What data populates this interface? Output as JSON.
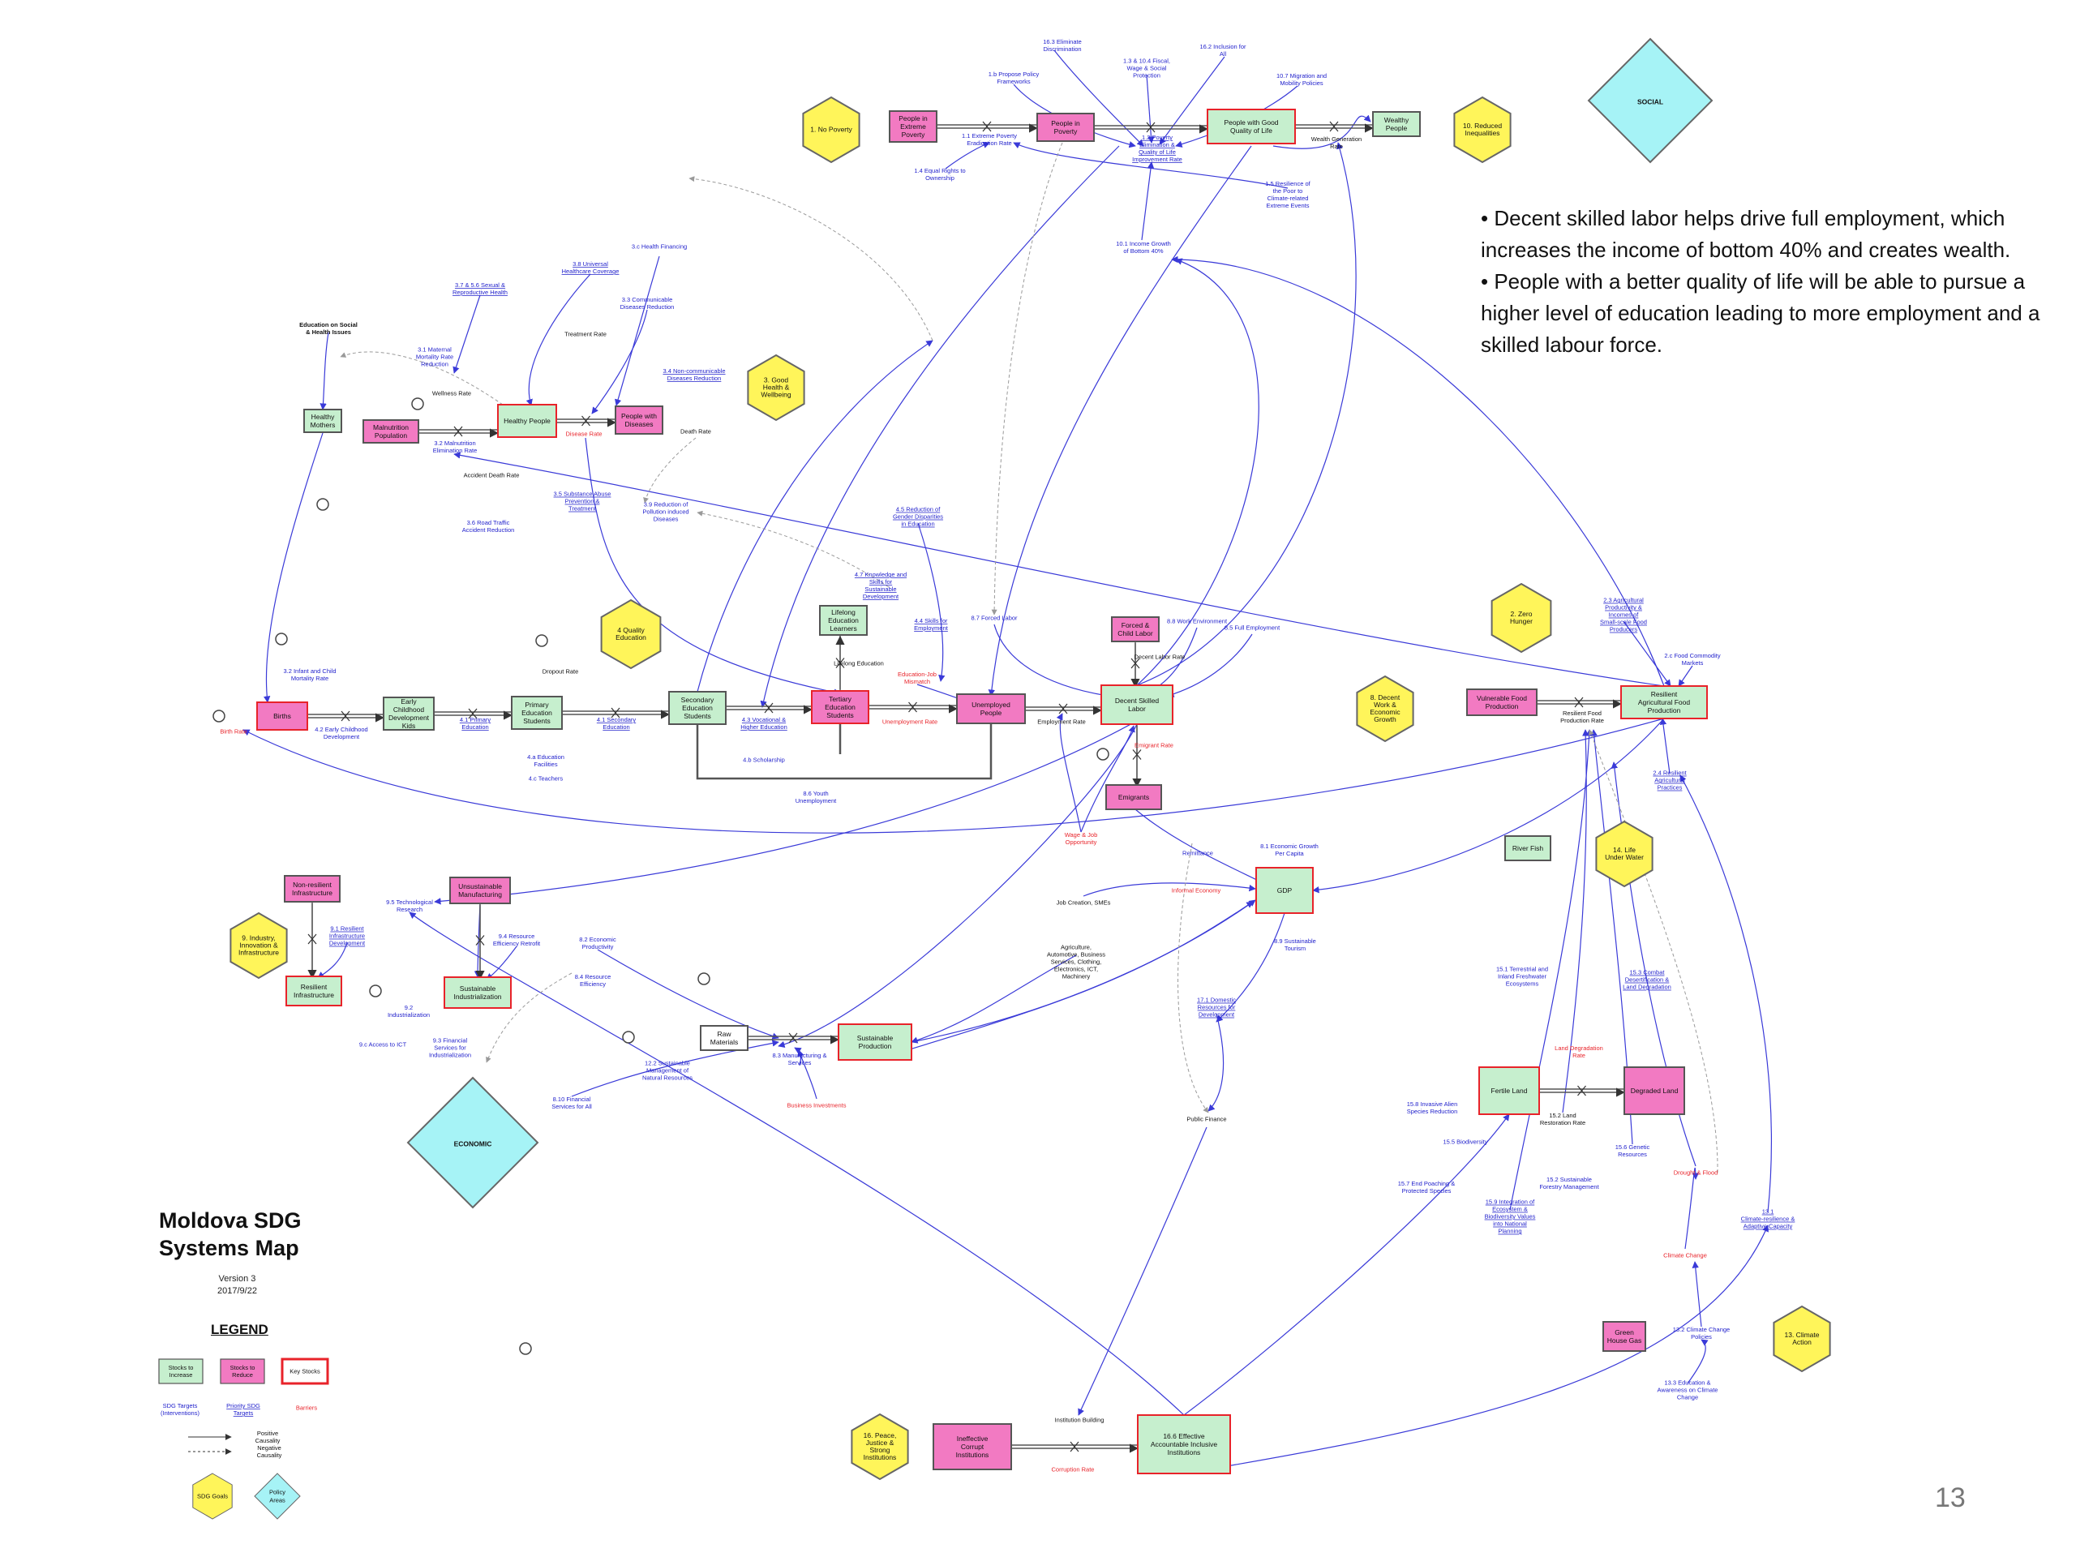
{
  "map": {
    "title_line1": "Moldova SDG",
    "title_line2": "Systems Map",
    "version": "Version 3",
    "date": "2017/9/22",
    "page_number": "13"
  },
  "notes": [
    "• Decent skilled labor helps drive full employment, which increases the income of bottom 40% and creates wealth.",
    "• People with a better quality of life will be able to pursue a higher level of education leading to more employment and a skilled labour force."
  ],
  "colors": {
    "increase_stock": "#c6efce",
    "reduce_stock": "#f27ac2",
    "key_border": "#e8232a",
    "goal_fill": "#fff55a",
    "policy_fill": "#a6f3f6",
    "flow_line": "#555555",
    "causal_line": "#3a3ad8",
    "negative_line": "#9a9a9a",
    "target_text": "#2222cc",
    "barrier_text": "#e8232a"
  },
  "policy_areas": [
    {
      "id": "social",
      "label": "SOCIAL"
    },
    {
      "id": "economic",
      "label": "ECONOMIC"
    }
  ],
  "goals": [
    {
      "id": "g1",
      "label": "1. No Poverty"
    },
    {
      "id": "g10",
      "label": "10. Reduced Inequalities"
    },
    {
      "id": "g3",
      "label": "3. Good Health & Wellbeing"
    },
    {
      "id": "g4",
      "label": "4 Quality Education"
    },
    {
      "id": "g2",
      "label": "2. Zero Hunger"
    },
    {
      "id": "g8",
      "label": "8. Decent Work & Economic Growth"
    },
    {
      "id": "g14",
      "label": "14. Life Under Water"
    },
    {
      "id": "g9",
      "label": "9. Industry, Innovation & Infrastructure"
    },
    {
      "id": "g13",
      "label": "13. Climate Action"
    },
    {
      "id": "g16",
      "label": "16. Peace, Justice & Strong Institutions"
    }
  ],
  "stocks": [
    {
      "id": "extreme_poverty",
      "label": "People in Extreme Poverty",
      "kind": "reduce",
      "key": false
    },
    {
      "id": "poverty",
      "label": "People in Poverty",
      "kind": "reduce",
      "key": false
    },
    {
      "id": "good_quality",
      "label": "People with Good Quality of Life",
      "kind": "increase",
      "key": true
    },
    {
      "id": "wealthy",
      "label": "Wealthy People",
      "kind": "increase",
      "key": false
    },
    {
      "id": "healthy_mothers",
      "label": "Healthy Mothers",
      "kind": "increase",
      "key": false
    },
    {
      "id": "malnutrition",
      "label": "Malnutrition Population",
      "kind": "reduce",
      "key": false
    },
    {
      "id": "healthy_people",
      "label": "Healthy People",
      "kind": "increase",
      "key": true
    },
    {
      "id": "diseases",
      "label": "People with Diseases",
      "kind": "reduce",
      "key": false
    },
    {
      "id": "births",
      "label": "Births",
      "kind": "reduce",
      "key": true
    },
    {
      "id": "ecd",
      "label": "Early Childhood Development Kids",
      "kind": "increase",
      "key": false
    },
    {
      "id": "primary",
      "label": "Primary Education Students",
      "kind": "increase",
      "key": false
    },
    {
      "id": "secondary",
      "label": "Secondary Education Students",
      "kind": "increase",
      "key": false
    },
    {
      "id": "tertiary",
      "label": "Tertiary Education Students",
      "kind": "reduce",
      "key": true
    },
    {
      "id": "lifelong",
      "label": "Lifelong Education Learners",
      "kind": "increase",
      "key": false
    },
    {
      "id": "unemployed",
      "label": "Unemployed People",
      "kind": "reduce",
      "key": false
    },
    {
      "id": "forced_labor",
      "label": "Forced & Child Labor",
      "kind": "reduce",
      "key": false
    },
    {
      "id": "decent_labor",
      "label": "Decent Skilled Labor",
      "kind": "increase",
      "key": true
    },
    {
      "id": "emigrants",
      "label": "Emigrants",
      "kind": "reduce",
      "key": false
    },
    {
      "id": "vulnerable_food",
      "label": "Vulnerable Food Production",
      "kind": "reduce",
      "key": false
    },
    {
      "id": "resilient_agri",
      "label": "Resilient Agricultural Food Production",
      "kind": "increase",
      "key": true
    },
    {
      "id": "river_fish",
      "label": "River Fish",
      "kind": "increase",
      "key": false
    },
    {
      "id": "gdp",
      "label": "GDP",
      "kind": "increase",
      "key": true
    },
    {
      "id": "nonres_infra",
      "label": "Non-resilient Infrastructure",
      "kind": "reduce",
      "key": false
    },
    {
      "id": "unsust_manu",
      "label": "Unsustainable Manufacturing",
      "kind": "reduce",
      "key": false
    },
    {
      "id": "resilient_infra",
      "label": "Resilient Infrastructure",
      "kind": "increase",
      "key": true
    },
    {
      "id": "sust_industrial",
      "label": "Sustainable Industrialization",
      "kind": "increase",
      "key": true
    },
    {
      "id": "raw_materials",
      "label": "Raw Materials",
      "kind": "plain",
      "key": false
    },
    {
      "id": "sust_production",
      "label": "Sustainable Production",
      "kind": "increase",
      "key": true
    },
    {
      "id": "fertile_land",
      "label": "Fertile Land",
      "kind": "increase",
      "key": true
    },
    {
      "id": "degraded_land",
      "label": "Degraded Land",
      "kind": "reduce",
      "key": false
    },
    {
      "id": "ghg",
      "label": "Green House Gas",
      "kind": "reduce",
      "key": false
    },
    {
      "id": "corrupt_inst",
      "label": "Ineffective Corrupt Institutions",
      "kind": "reduce",
      "key": false
    },
    {
      "id": "effective_inst",
      "label": "16.6 Effective Accountable Inclusive Institutions",
      "kind": "increase",
      "key": true
    }
  ],
  "labels": [
    {
      "text": "16.3 Eliminate Discrimination",
      "type": "target"
    },
    {
      "text": "16.2 Inclusion for All",
      "type": "target"
    },
    {
      "text": "1.3 & 10.4 Fiscal, Wage & Social Protection",
      "type": "target"
    },
    {
      "text": "1.b Propose Policy Frameworks",
      "type": "target"
    },
    {
      "text": "10.7 Migration and Mobility Policies",
      "type": "target"
    },
    {
      "text": "1.1 Extreme Poverty Eradication Rate",
      "type": "target"
    },
    {
      "text": "1.2 Poverty Elimination & Quality of Life Improvement Rate",
      "type": "priority"
    },
    {
      "text": "Wealth Generation Rate",
      "type": "plain"
    },
    {
      "text": "1.4 Equal Rights to Ownership",
      "type": "target"
    },
    {
      "text": "1.5 Resilience of the Poor to Climate-related Extreme Events",
      "type": "target"
    },
    {
      "text": "10.1 Income Growth of Bottom 40%",
      "type": "target"
    },
    {
      "text": "3.c Health Financing",
      "type": "target"
    },
    {
      "text": "3.8 Universal Healthcare Coverage",
      "type": "priority"
    },
    {
      "text": "3.7 & 5.6 Sexual & Reproductive Health",
      "type": "priority"
    },
    {
      "text": "3.3 Communicable Diseases Reduction",
      "type": "target"
    },
    {
      "text": "Education on Social & Health Issues",
      "type": "plain_bold"
    },
    {
      "text": "Treatment Rate",
      "type": "plain"
    },
    {
      "text": "3.1 Maternal Mortality Rate Reduction",
      "type": "target"
    },
    {
      "text": "3.4 Non-communicable Diseases Reduction",
      "type": "priority"
    },
    {
      "text": "Wellness Rate",
      "type": "plain"
    },
    {
      "text": "Disease Rate",
      "type": "barrier"
    },
    {
      "text": "Death Rate",
      "type": "plain"
    },
    {
      "text": "3.2 Malnutrition Elimination Rate",
      "type": "target"
    },
    {
      "text": "Accident Death Rate",
      "type": "plain"
    },
    {
      "text": "3.5 Substance Abuse Prevention & Treatment",
      "type": "priority"
    },
    {
      "text": "3.9 Reduction of Pollution induced Diseases",
      "type": "target"
    },
    {
      "text": "3.6 Road Traffic Accident Reduction",
      "type": "target"
    },
    {
      "text": "4.5 Reduction of Gender Disparities in Education",
      "type": "priority"
    },
    {
      "text": "4.7 Knowledge and Skills for Sustainable Development",
      "type": "priority"
    },
    {
      "text": "4.4 Skills for Employment",
      "type": "priority"
    },
    {
      "text": "8.7 Forced Labor",
      "type": "target"
    },
    {
      "text": "8.8 Work Environment",
      "type": "target"
    },
    {
      "text": "8.5 Full Employment",
      "type": "target"
    },
    {
      "text": "Lifelong Education",
      "type": "plain"
    },
    {
      "text": "Education-Job Mismatch",
      "type": "barrier"
    },
    {
      "text": "Decent Labor Rate",
      "type": "plain"
    },
    {
      "text": "Dropout Rate",
      "type": "plain"
    },
    {
      "text": "3.2 Infant and Child Mortality Rate",
      "type": "target"
    },
    {
      "text": "4.2 Early Childhood Development",
      "type": "target"
    },
    {
      "text": "4.1 Primary Education",
      "type": "priority"
    },
    {
      "text": "4.1 Secondary Education",
      "type": "priority"
    },
    {
      "text": "4.3 Vocational & Higher Education",
      "type": "priority"
    },
    {
      "text": "Unemployment Rate",
      "type": "barrier"
    },
    {
      "text": "Employment Rate",
      "type": "plain"
    },
    {
      "text": "Emigrant Rate",
      "type": "barrier"
    },
    {
      "text": "Birth Rate",
      "type": "barrier"
    },
    {
      "text": "4.a Education Facilities",
      "type": "target"
    },
    {
      "text": "4.c Teachers",
      "type": "target"
    },
    {
      "text": "4.b Scholarship",
      "type": "target"
    },
    {
      "text": "8.6 Youth Unemployment",
      "type": "target"
    },
    {
      "text": "2.3 Agricultural Productivity & Incomes of Small-scale Food Producers",
      "type": "priority"
    },
    {
      "text": "2.c Food Commodity Markets",
      "type": "target"
    },
    {
      "text": "Resilient Food Production Rate",
      "type": "plain"
    },
    {
      "text": "2.4 Resilient Agricultural Practices",
      "type": "priority"
    },
    {
      "text": "Wage & Job Opportunity",
      "type": "barrier"
    },
    {
      "text": "Remittance",
      "type": "target"
    },
    {
      "text": "8.1 Economic Growth Per Capita",
      "type": "target"
    },
    {
      "text": "Informal Economy",
      "type": "barrier"
    },
    {
      "text": "Job Creation, SMEs",
      "type": "plain"
    },
    {
      "text": "8.9 Sustainable Tourism",
      "type": "target"
    },
    {
      "text": "Agriculture, Automotive, Business Services, Clothing, Electronics, ICT, Machinery",
      "type": "plain"
    },
    {
      "text": "9.5 Technological Research",
      "type": "target"
    },
    {
      "text": "9.1 Resilient Infrastructure Development",
      "type": "priority"
    },
    {
      "text": "9.4 Resource Efficiency Retrofit",
      "type": "target"
    },
    {
      "text": "8.2 Economic Productivity",
      "type": "target"
    },
    {
      "text": "8.4 Resource Efficiency",
      "type": "target"
    },
    {
      "text": "9.2 Industrialization",
      "type": "target"
    },
    {
      "text": "9.c Access to ICT",
      "type": "target"
    },
    {
      "text": "9.3 Financial Services for Industrialization",
      "type": "target"
    },
    {
      "text": "12.2 Sustainable Management of Natural Resources",
      "type": "target"
    },
    {
      "text": "8.3 Manufacturing & Services",
      "type": "target"
    },
    {
      "text": "8.10 Financial Services for All",
      "type": "target"
    },
    {
      "text": "Business Investments",
      "type": "barrier"
    },
    {
      "text": "17.1 Domestic Resources for Development",
      "type": "priority"
    },
    {
      "text": "Public Finance",
      "type": "plain"
    },
    {
      "text": "15.1 Terrestrial and Inland Freshwater Ecosystems",
      "type": "target"
    },
    {
      "text": "15.3 Combat Desertification & Land Degradation",
      "type": "priority"
    },
    {
      "text": "Land Degradation Rate",
      "type": "barrier"
    },
    {
      "text": "15.2 Land Restoration Rate",
      "type": "plain"
    },
    {
      "text": "15.8 Invasive Alien Species Reduction",
      "type": "target"
    },
    {
      "text": "15.5 Biodiversity",
      "type": "target"
    },
    {
      "text": "15.6 Genetic Resources",
      "type": "target"
    },
    {
      "text": "15.2 Sustainable Forestry Management",
      "type": "target"
    },
    {
      "text": "15.7 End Poaching & Protected Species",
      "type": "target"
    },
    {
      "text": "15.9 Integration of Ecosystem & Biodiversity Values into National Planning",
      "type": "priority"
    },
    {
      "text": "Drought & Flood",
      "type": "barrier"
    },
    {
      "text": "13.1 Climate-resilience & Adaptive Capacity",
      "type": "priority"
    },
    {
      "text": "Climate Change",
      "type": "barrier"
    },
    {
      "text": "13.2 Climate Change Policies",
      "type": "target"
    },
    {
      "text": "13.3 Education & Awareness on Climate Change",
      "type": "target"
    },
    {
      "text": "Institution Building",
      "type": "plain"
    },
    {
      "text": "Corruption Rate",
      "type": "barrier"
    }
  ],
  "legend": {
    "title": "LEGEND",
    "increase": "Stocks to Increase",
    "reduce": "Stocks to Reduce",
    "key": "Key Stocks",
    "targets": "SDG Targets (Interventions)",
    "priority": "Priority SDG Targets",
    "barriers": "Barriers",
    "positive": "Positive Causality",
    "negative": "Negative Causality",
    "sdg_goals": "SDG Goals",
    "policy_areas": "Policy Areas"
  }
}
